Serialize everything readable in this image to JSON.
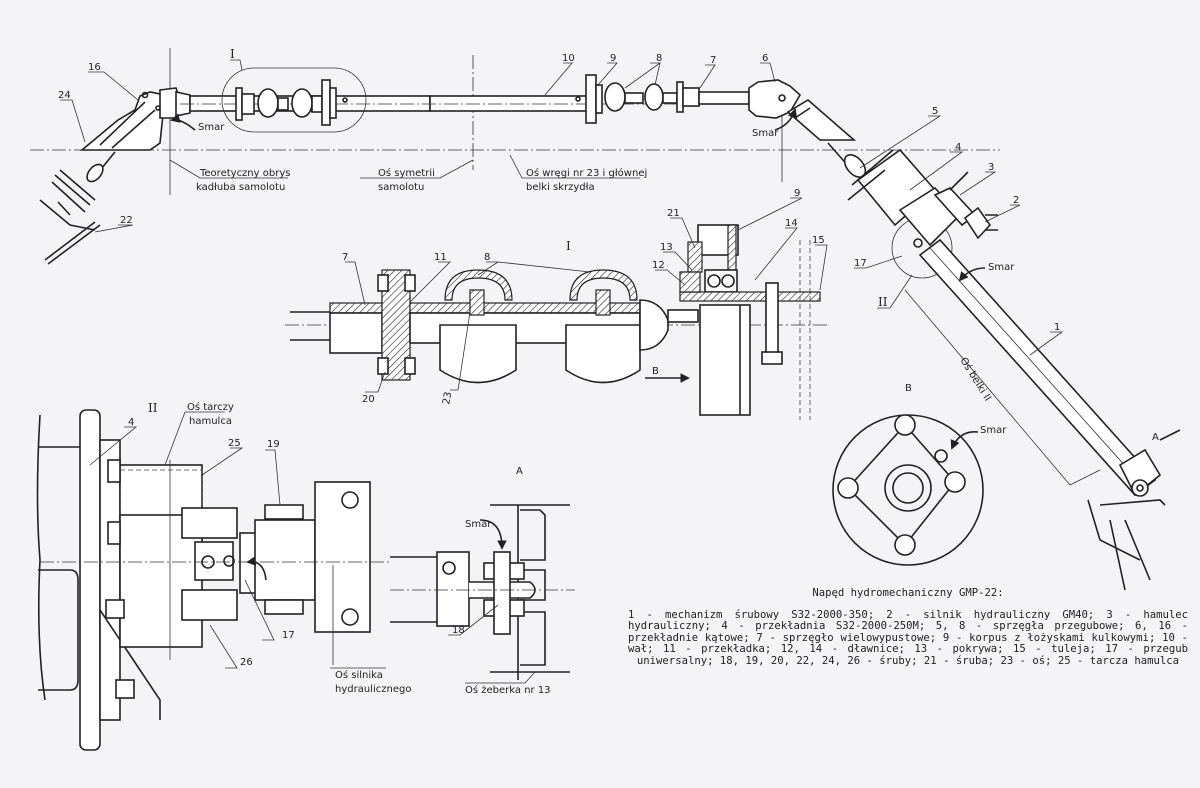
{
  "caption": {
    "title": "Napęd hydromechaniczny GMP-22:",
    "body": "1 - mechanizm śrubowy S32-2000-350; 2 - silnik hydrauliczny GM40; 3 - hamulec hydrauliczny; 4 - przekładnia S32-2000-250M; 5, 8 - sprzęgła przegubowe; 6, 16 - przekładnie kątowe; 7 - sprzęgło wielowypustowe; 9 - korpus z łożyskami kulkowymi; 10 - wał; 11 - przekładka; 12, 14 - dławnice; 13 - pokrywa; 15 - tuleja; 17 - przegub uniwersalny; 18, 19, 20, 22, 24, 26 - śruby; 21 - śruba; 23 - oś; 25 - tarcza hamulca"
  },
  "views": {
    "main": {
      "detail_marker": "I",
      "lubricant_label": "Smar",
      "annotations": {
        "fuselage_outline": [
          "Teoretyczny obrys",
          "kadłuba samolotu"
        ],
        "symmetry_axis": [
          "Oś symetrii",
          "samolotu"
        ],
        "frame_axis": [
          "Oś wręgi  nr 23  i głównej",
          "belki  skrzydła"
        ],
        "beam_axis": "Oś belki II",
        "view_arrow_a": "A"
      },
      "part_numbers": [
        "16",
        "24",
        "22",
        "10",
        "9",
        "8",
        "7",
        "6",
        "5",
        "4",
        "3",
        "2",
        "17",
        "II",
        "1"
      ]
    },
    "detail_I": {
      "title": "I",
      "view_arrow_b": "B",
      "part_numbers": [
        "7",
        "11",
        "8",
        "20",
        "23",
        "21",
        "13",
        "12",
        "9",
        "14",
        "15"
      ]
    },
    "detail_II": {
      "title": "II",
      "annotations": {
        "brake_disc_axis": [
          "Oś tarczy",
          "hamulca"
        ],
        "motor_axis": [
          "Oś silnika",
          "hydraulicznego"
        ]
      },
      "part_numbers": [
        "4",
        "25",
        "19",
        "17",
        "26"
      ]
    },
    "view_A": {
      "title": "A",
      "lubricant_label": "Smar",
      "annotations": {
        "rib_axis": "Oś żeberka nr 13"
      },
      "part_numbers": [
        "18"
      ]
    },
    "view_B": {
      "title": "B",
      "lubricant_label": "Smar"
    }
  }
}
